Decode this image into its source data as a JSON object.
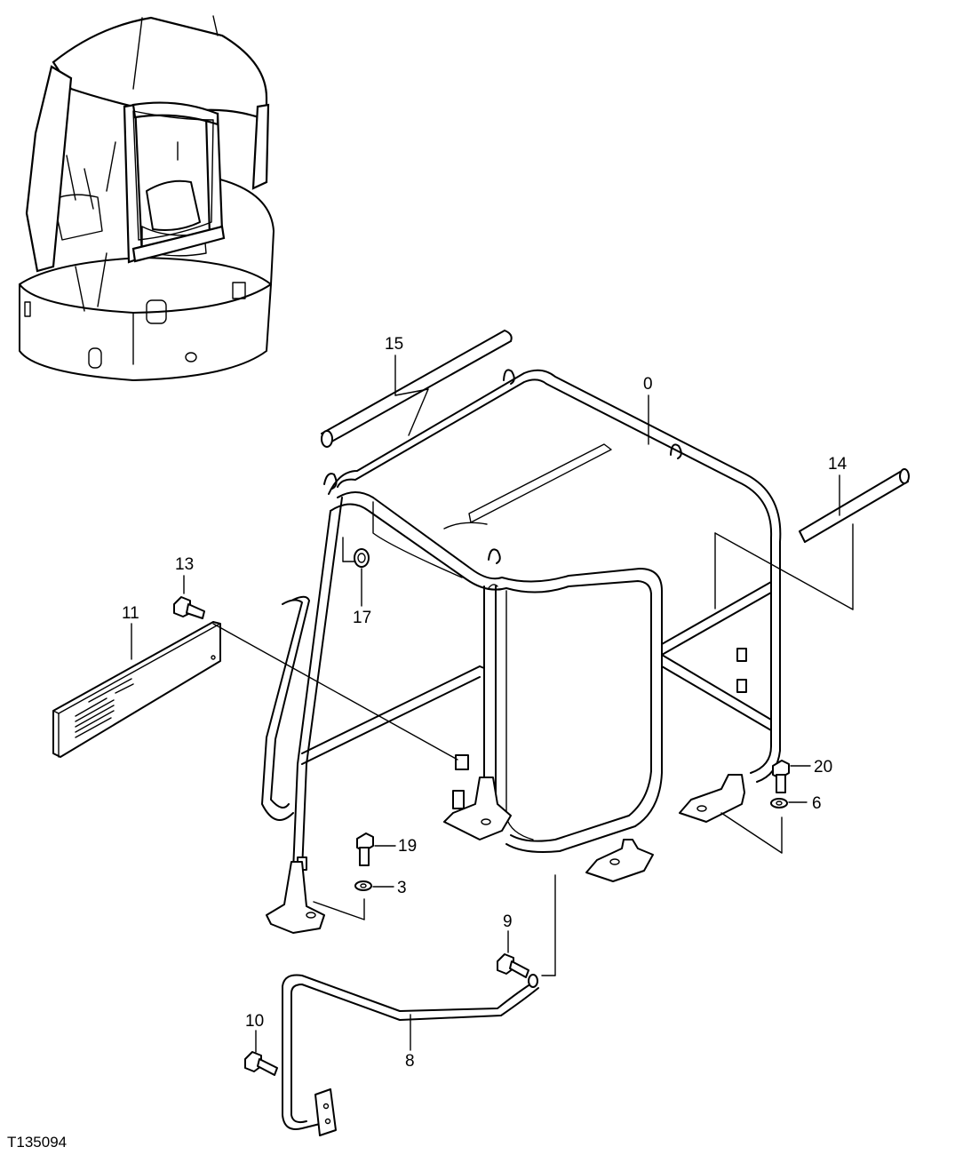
{
  "figure_id": "T135094",
  "callouts": {
    "c0": "0",
    "c3": "3",
    "c6": "6",
    "c8": "8",
    "c9": "9",
    "c10": "10",
    "c11": "11",
    "c13": "13",
    "c14": "14",
    "c15": "15",
    "c17": "17",
    "c19": "19",
    "c20": "20"
  }
}
